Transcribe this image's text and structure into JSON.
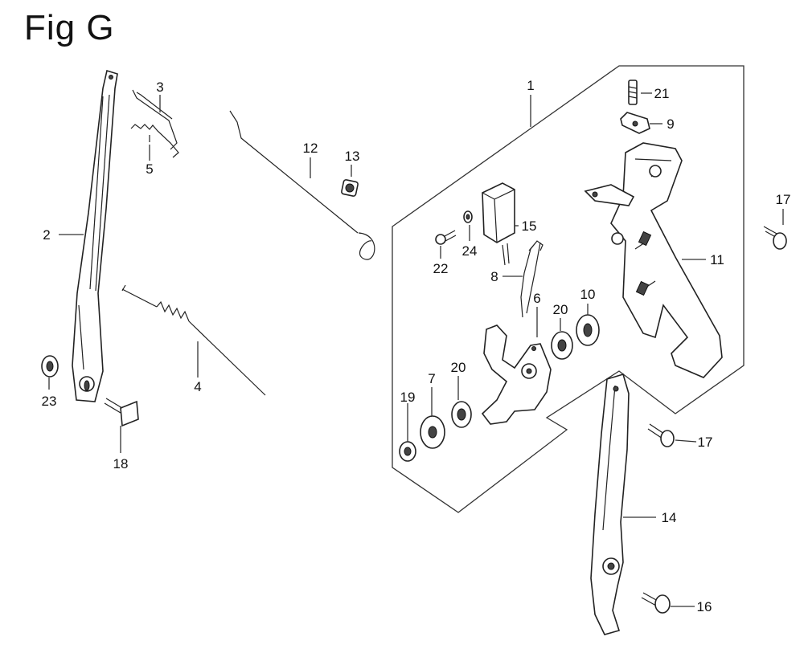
{
  "figure": {
    "title": "Fig G"
  },
  "callouts": [
    "1",
    "2",
    "3",
    "4",
    "5",
    "6",
    "7",
    "8",
    "9",
    "10",
    "11",
    "12",
    "13",
    "14",
    "15",
    "16",
    "17",
    "17",
    "18",
    "19",
    "20",
    "20",
    "21",
    "22",
    "23",
    "24"
  ]
}
